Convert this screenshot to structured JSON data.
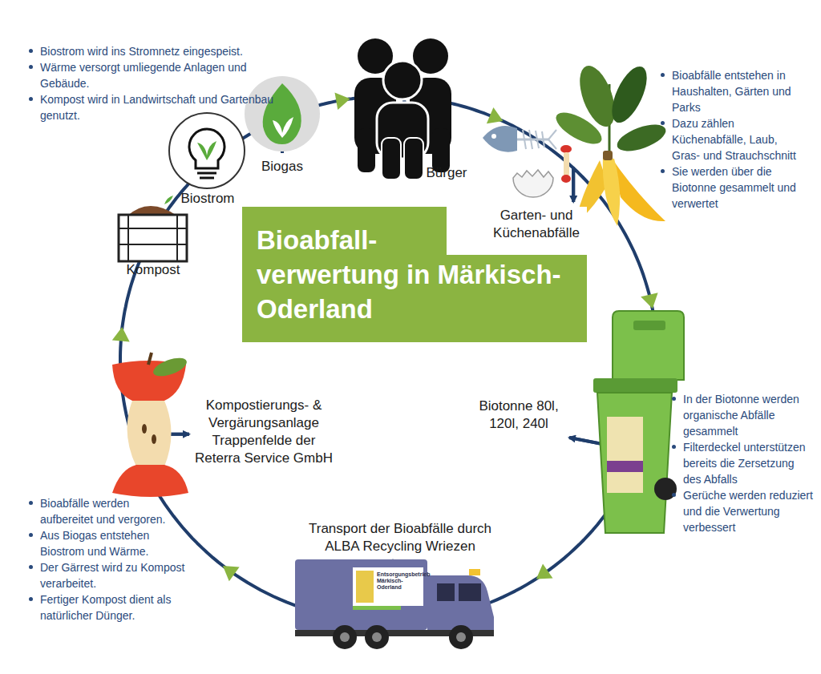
{
  "diagram": {
    "title": "Bioabfall- verwertung in Märkisch-Oderland",
    "nodes": [
      {
        "text": [
          "Bürger"
        ]
      },
      {
        "text": [
          "Garten- und Küchenabfälle"
        ]
      },
      {
        "text": [
          "Biotonne 80l, 120l, 240l"
        ]
      },
      {
        "text": [
          "Transport der Bioabfälle durch ALBA Recycling Wriezen"
        ]
      },
      {
        "text": [
          "Kompostierungs- & Vergärungsanlage Trappenfelde der Reterra Service GmbH"
        ]
      },
      {
        "text": [
          "Kompost"
        ]
      },
      {
        "text": [
          "Biostrom"
        ]
      },
      {
        "text": [
          "Biogas"
        ]
      }
    ],
    "edges": [
      {
        "from": 0,
        "to": 1,
        "arrow": "to"
      },
      {
        "from": 1,
        "to": 2,
        "arrow": "to"
      },
      {
        "from": 2,
        "to": 3,
        "arrow": "to"
      },
      {
        "from": 3,
        "to": 4,
        "arrow": "to"
      },
      {
        "from": 4,
        "to": 5,
        "arrow": "to"
      },
      {
        "from": 5,
        "to": 6,
        "arrow": "none"
      },
      {
        "from": 6,
        "to": 7,
        "arrow": "none"
      },
      {
        "from": 7,
        "to": 0,
        "arrow": "to"
      }
    ],
    "labels": [
      "Biostrom wird ins Stromnetz eingespeist.",
      "Wärme versorgt umliegende Anlagen und Gebäude.",
      "Kompost wird in Landwirtschaft und Gartenbau genutzt.",
      "Bioabfälle entstehen in Haushalten, Gärten und Parks",
      "Dazu zählen Küchenabfälle, Laub, Gras- und Strauchschnitt",
      "Sie werden über die Biotonne gesammelt und verwertet",
      "In der Biotonne werden organische Abfälle gesammelt",
      "Filterdeckel unterstützen bereits die Zersetzung des Abfalls",
      "Gerüche werden reduziert und die Verwertung verbessert",
      "Bioabfälle werden aufbereitet und vergoren.",
      "Aus Biogas entstehen Biostrom und Wärme.",
      "Der Gärrest wird zu Kompost verarbeitet.",
      "Fertiger Kompost dient als natürlicher Dünger.",
      "Entsorgungsbetrieb Märkisch-Oderland"
    ]
  }
}
